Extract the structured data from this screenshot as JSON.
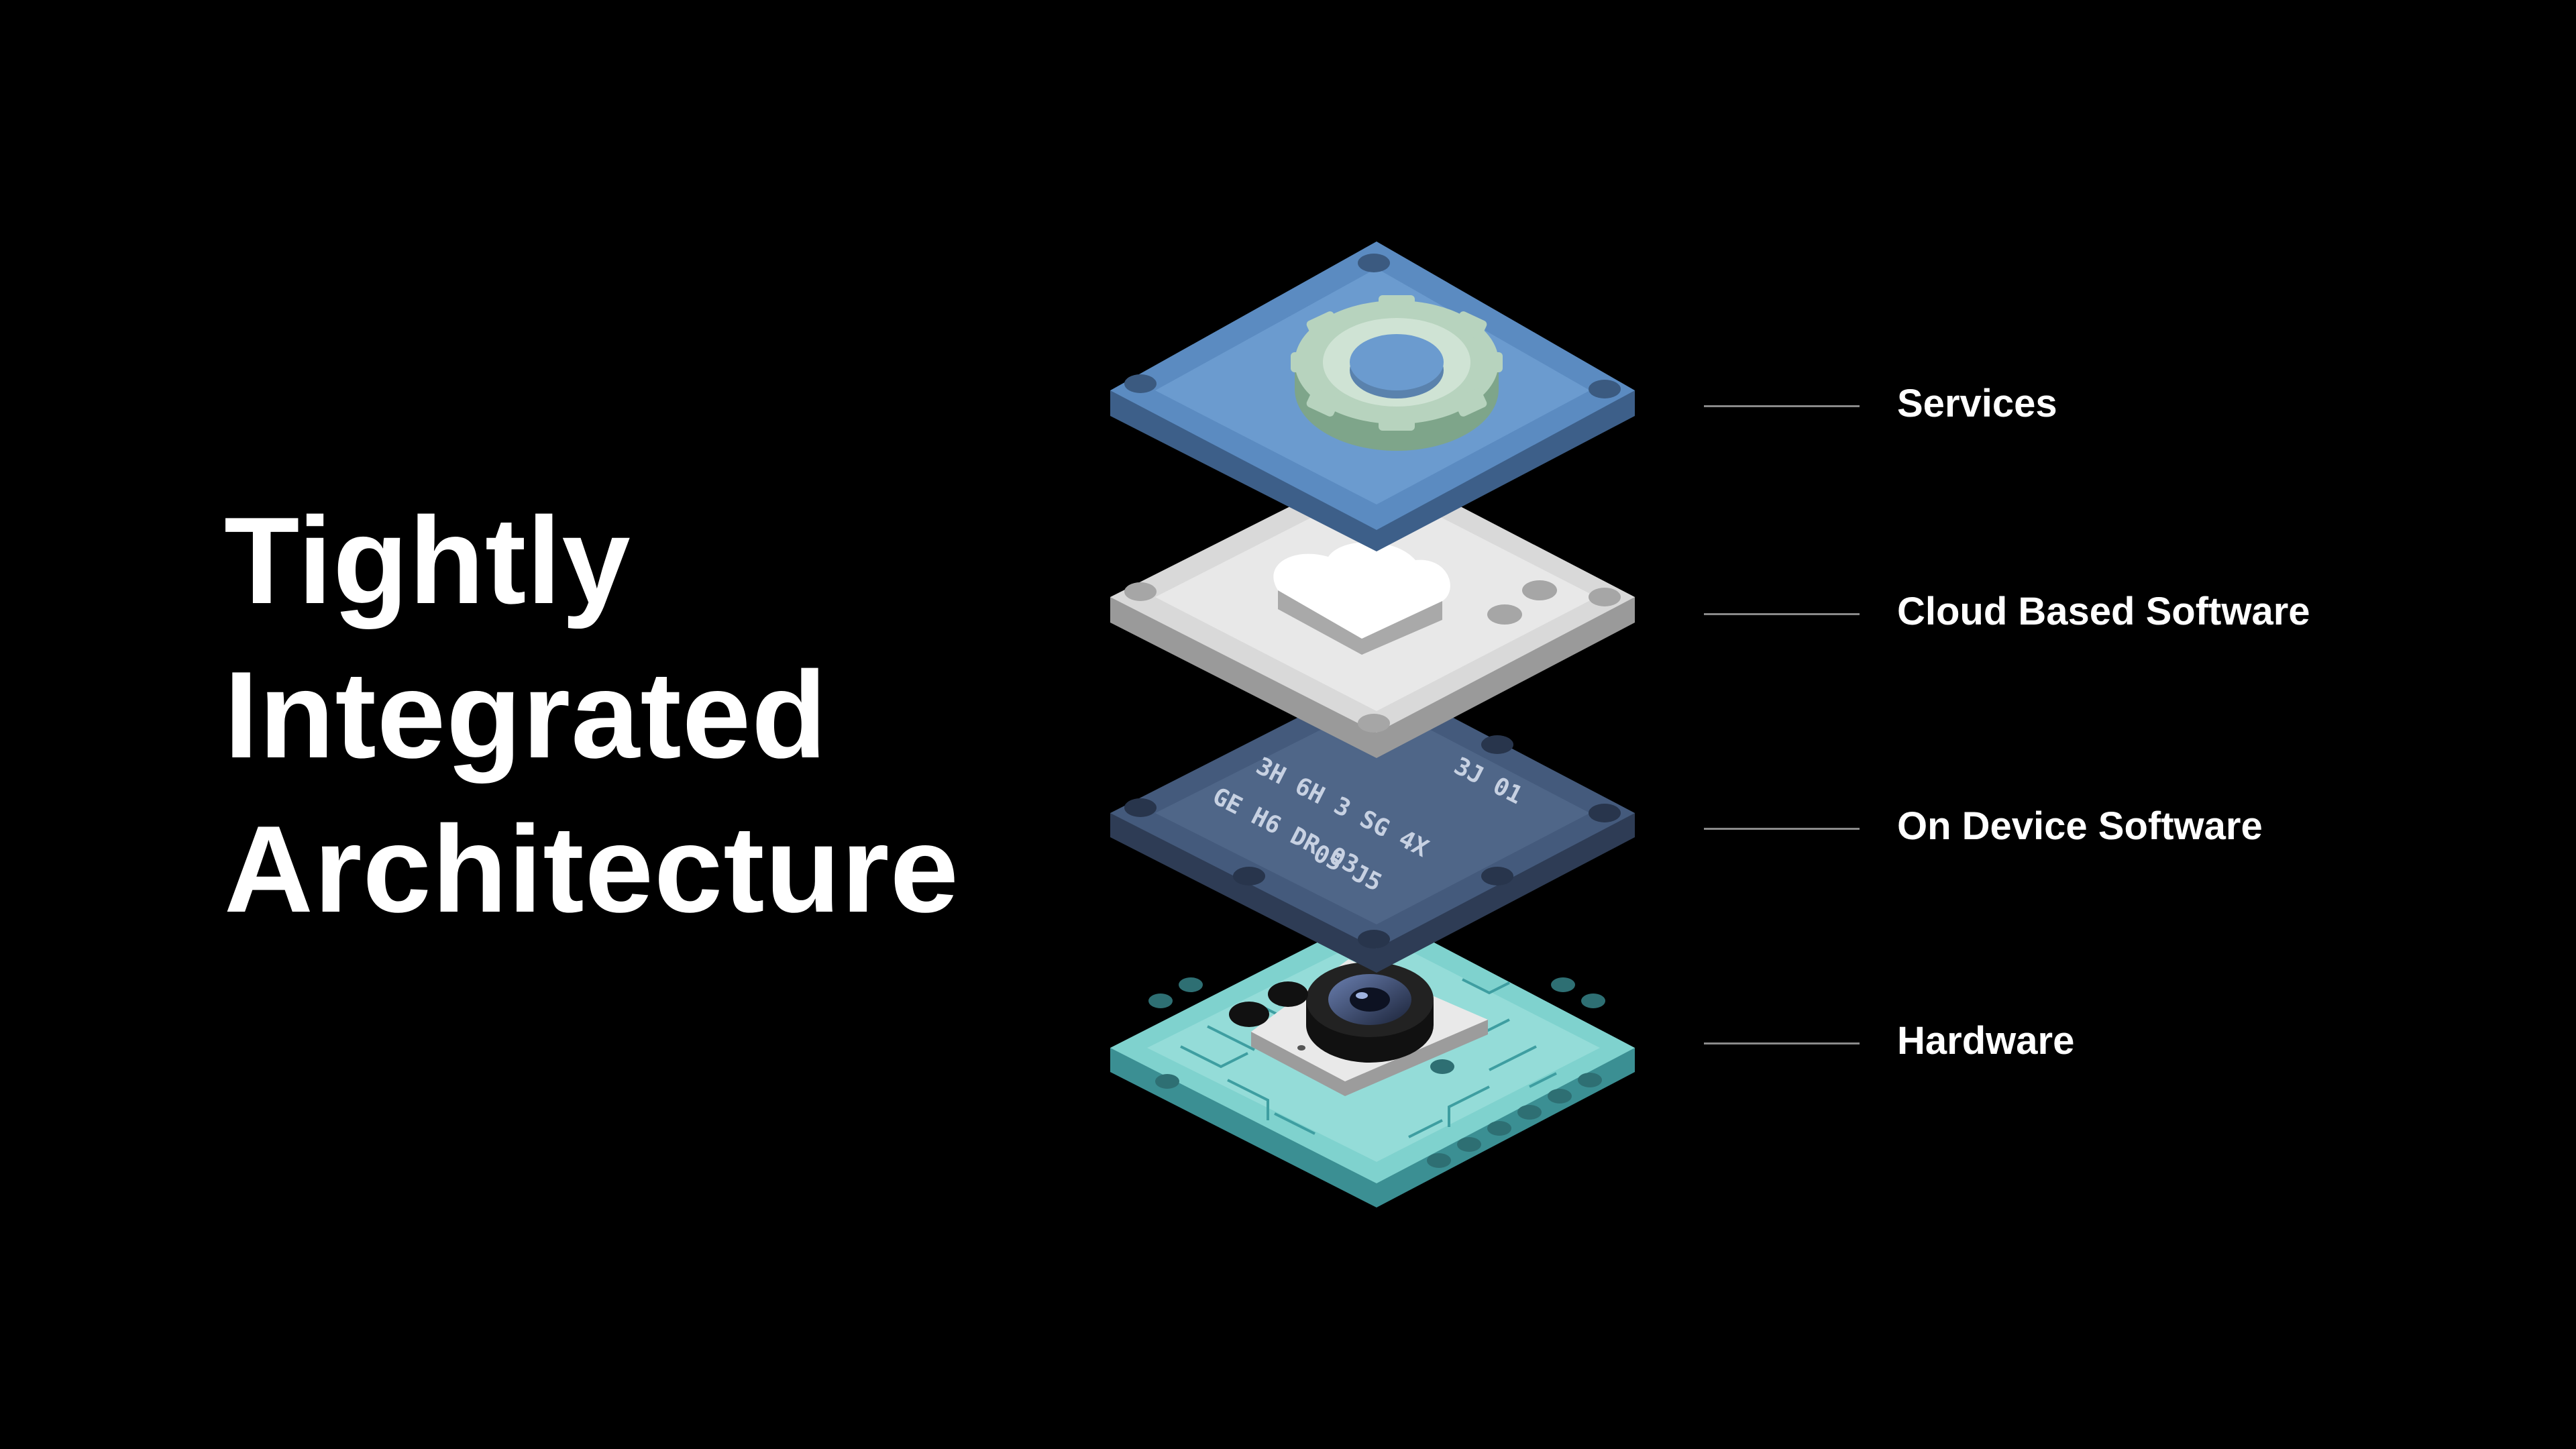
{
  "heading": {
    "lines": [
      "Tightly",
      "Integrated",
      "Architecture"
    ]
  },
  "layers": [
    {
      "label": "Services",
      "icon": "gear-icon",
      "color": "#5b8bc1"
    },
    {
      "label": "Cloud Based Software",
      "icon": "cloud-icon",
      "color": "#d6d6d6"
    },
    {
      "label": "On Device Software",
      "icon": "code-grid-icon",
      "color": "#3f5475",
      "code_lines": [
        "3H 6H  3 SG 4X",
        "GE H6 DR 03",
        "05 J5",
        "3J 01"
      ]
    },
    {
      "label": "Hardware",
      "icon": "camera-board-icon",
      "color": "#5fc1bf"
    }
  ]
}
